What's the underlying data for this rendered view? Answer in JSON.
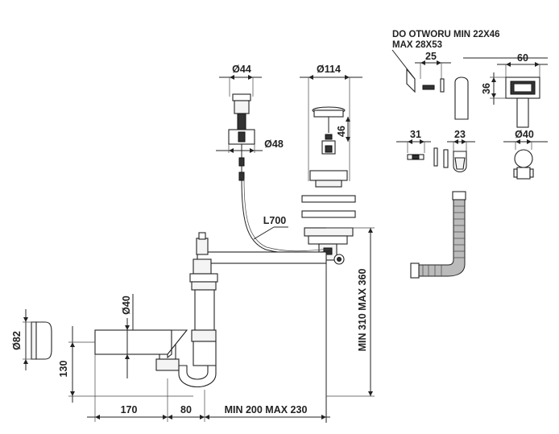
{
  "labels": {
    "d44": "Ø44",
    "d114": "Ø114",
    "d48": "Ø48",
    "dim46": "46",
    "l700": "L700",
    "d82": "Ø82",
    "d40_trap": "Ø40",
    "dim130": "130",
    "dim170": "170",
    "dim80": "80",
    "min200max230": "MIN 200 MAX 230",
    "min310max360": "MIN 310 MAX 360",
    "overflow_line1": "DO OTWORU MIN 22X46",
    "overflow_line2": "MAX 28X53",
    "dim25": "25",
    "dim60": "60",
    "dim36": "36",
    "dim31": "31",
    "dim23": "23",
    "d40_overflow": "Ø40"
  }
}
